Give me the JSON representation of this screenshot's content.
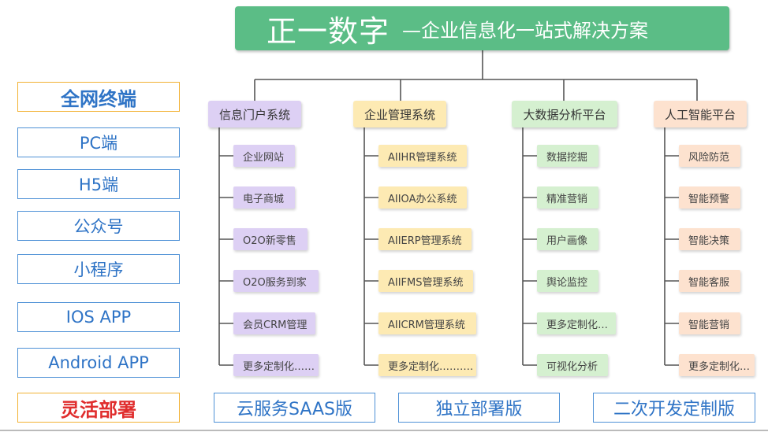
{
  "header": {
    "title": "正一数字",
    "subtitle": "—企业信息化一站式解决方案"
  },
  "sidebar": {
    "items": [
      {
        "label": "全网终端"
      },
      {
        "label": "PC端"
      },
      {
        "label": "H5端"
      },
      {
        "label": "公众号"
      },
      {
        "label": "小程序"
      },
      {
        "label": "IOS APP"
      },
      {
        "label": "Android APP"
      },
      {
        "label": "灵活部署"
      }
    ]
  },
  "categories": [
    {
      "title": "信息门户系统",
      "color": "#ddd0f4",
      "items": [
        "企业网站",
        "电子商城",
        "O2O新零售",
        "O2O服务到家",
        "会员CRM管理",
        "更多定制化……"
      ]
    },
    {
      "title": "企业管理系统",
      "color": "#fdeab3",
      "items": [
        "AIIHR管理系统",
        "AIIOA办公系统",
        "AIIERP管理系统",
        "AIIFMS管理系统",
        "AIICRM管理系统",
        "更多定制化………."
      ]
    },
    {
      "title": "大数据分析平台",
      "color": "#d5f0d0",
      "items": [
        "数据挖掘",
        "精准营销",
        "用户画像",
        "舆论监控",
        "更多定制化…",
        "可视化分析"
      ]
    },
    {
      "title": "人工智能平台",
      "color": "#fde2cf",
      "items": [
        "风险防范",
        "智能预警",
        "智能决策",
        "智能客服",
        "智能营销",
        "更多定制化…"
      ]
    }
  ],
  "deployment": [
    {
      "label": "云服务SAAS版"
    },
    {
      "label": "独立部署版"
    },
    {
      "label": "二次开发定制版"
    }
  ],
  "colors": {
    "header": "#5bbd86",
    "border_blue": "#4e91d6",
    "text_blue": "#2f74c6",
    "highlight_border": "#f2b234",
    "red_text": "#e02d2d"
  }
}
